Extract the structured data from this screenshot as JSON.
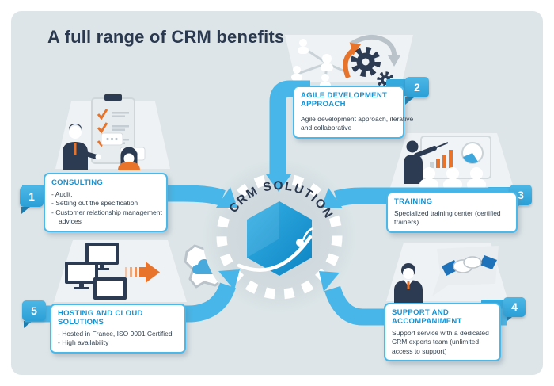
{
  "title": "A full range of CRM benefits",
  "hub": {
    "label": "CRM SOLUTION"
  },
  "palette": {
    "card_background": "#dde5e8",
    "pipe_blue": "#48b6e8",
    "badge_blue": "#36a9dd",
    "heading_blue": "#1593d2",
    "navy": "#2b3950",
    "orange": "#e8732a",
    "hexagon_blue": "#1fa0dc"
  },
  "sections": [
    {
      "number": "1",
      "title": "CONSULTING",
      "lines": [
        "- Audit,",
        "- Setting out the specification",
        "- Customer relationship management",
        "advices"
      ],
      "icons": [
        "clipboard-checklist",
        "consultant-man",
        "client-woman",
        "speech-bubbles"
      ]
    },
    {
      "number": "2",
      "title": "AGILE DEVELOPMENT APPROACH",
      "lines": [
        "Agile development approach, iterative",
        "and collaborative"
      ],
      "icons": [
        "people-network",
        "gears",
        "orange-cycle-arrow",
        "grey-cycle-arrow"
      ]
    },
    {
      "number": "3",
      "title": "TRAINING",
      "lines": [
        "Specialized training center (certified",
        "trainers)"
      ],
      "icons": [
        "presentation-board",
        "bar-chart",
        "pie-chart",
        "trainer",
        "audience"
      ]
    },
    {
      "number": "4",
      "title": "SUPPORT AND ACCOMPANIMENT",
      "lines": [
        "Support service with a dedicated",
        "CRM experts team (unlimited",
        "access to support)"
      ],
      "icons": [
        "support-agent",
        "speech-bubble",
        "handshake"
      ]
    },
    {
      "number": "5",
      "title": "HOSTING AND CLOUD SOLUTIONS",
      "lines": [
        "- Hosted in France, ISO 9001 Certified",
        "- High availability"
      ],
      "icons": [
        "monitors",
        "transfer-arrow",
        "france-map",
        "cloud"
      ]
    }
  ]
}
